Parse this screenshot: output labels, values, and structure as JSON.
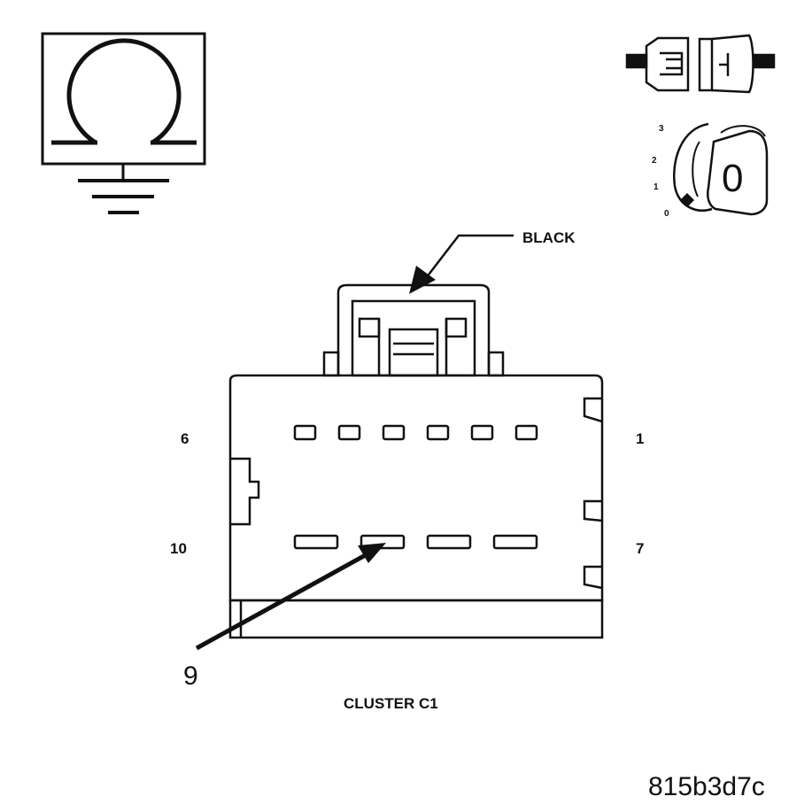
{
  "wire_color_label": "BLACK",
  "connector_caption": "CLUSTER C1",
  "pin_labels": {
    "top_left": "6",
    "top_right": "1",
    "bottom_left": "10",
    "bottom_right": "7"
  },
  "callout_pin": "9",
  "figure_code": "815b3d7c",
  "ignition_positions": [
    "3",
    "2",
    "1",
    "0"
  ],
  "ignition_key_position": "0",
  "icons": {
    "meter": "ohmmeter-ground-icon",
    "connector": "disconnected-connector-icon",
    "ignition": "ignition-key-off-icon"
  }
}
